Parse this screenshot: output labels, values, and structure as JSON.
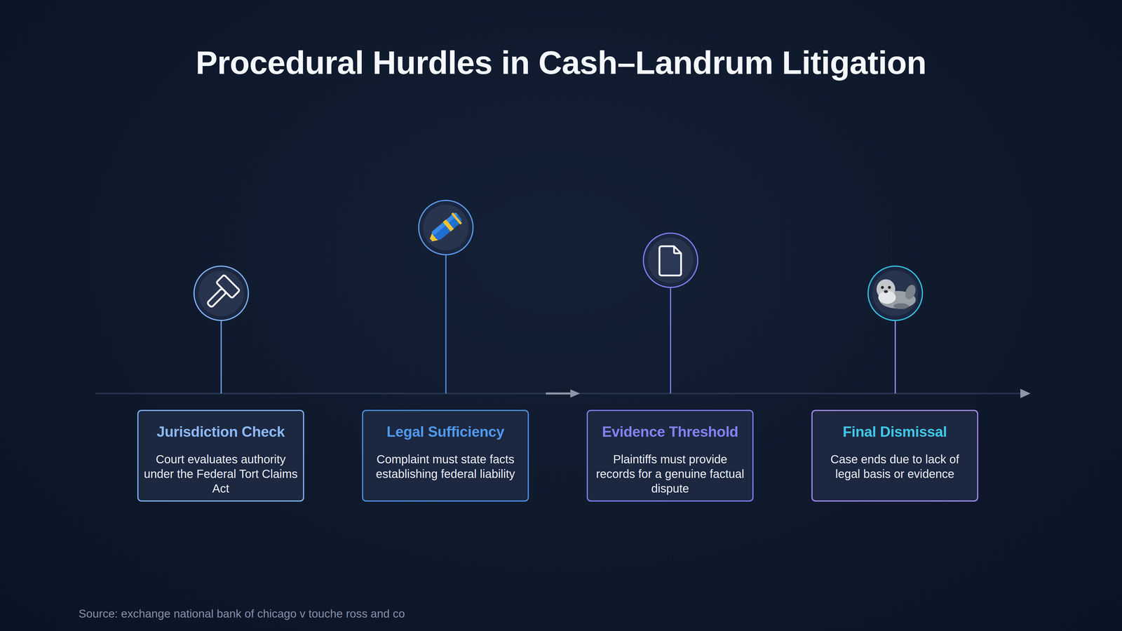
{
  "diagram": {
    "title": "Procedural Hurdles in Cash–Landrum Litigation",
    "caption": "Source: exchange national bank of chicago v touche ross and co",
    "nodes": [
      {
        "text": [
          "Jurisdiction Check",
          "Court evaluates authority under the Federal Tort Claims Act"
        ]
      },
      {
        "text": [
          "Legal Sufficiency",
          "Complaint must state facts establishing federal liability"
        ]
      },
      {
        "text": [
          "Evidence Threshold",
          "Plaintiffs must provide records for a genuine factual dispute"
        ]
      },
      {
        "text": [
          "Final Dismissal",
          "Case ends due to lack of legal basis or evidence"
        ]
      }
    ]
  }
}
